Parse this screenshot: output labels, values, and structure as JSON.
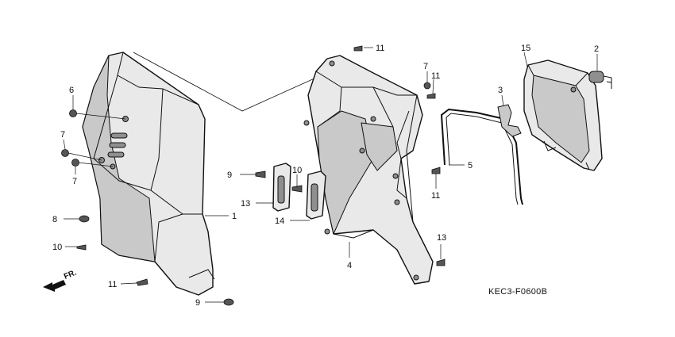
{
  "diagram": {
    "code": "KEC3-F0600B",
    "front_marker": "FR.",
    "callouts": [
      {
        "id": "c1",
        "text": "1"
      },
      {
        "id": "c2",
        "text": "2"
      },
      {
        "id": "c3",
        "text": "3"
      },
      {
        "id": "c4",
        "text": "4"
      },
      {
        "id": "c5",
        "text": "5"
      },
      {
        "id": "c6",
        "text": "6"
      },
      {
        "id": "c7a",
        "text": "7"
      },
      {
        "id": "c7b",
        "text": "7"
      },
      {
        "id": "c7c",
        "text": "7"
      },
      {
        "id": "c8",
        "text": "8"
      },
      {
        "id": "c9a",
        "text": "9"
      },
      {
        "id": "c9b",
        "text": "9"
      },
      {
        "id": "c10a",
        "text": "10"
      },
      {
        "id": "c10b",
        "text": "10"
      },
      {
        "id": "c11a",
        "text": "11"
      },
      {
        "id": "c11b",
        "text": "11"
      },
      {
        "id": "c11c",
        "text": "11"
      },
      {
        "id": "c11d",
        "text": "11"
      },
      {
        "id": "c13a",
        "text": "13"
      },
      {
        "id": "c13b",
        "text": "13"
      },
      {
        "id": "c14",
        "text": "14"
      },
      {
        "id": "c15",
        "text": "15"
      }
    ]
  }
}
